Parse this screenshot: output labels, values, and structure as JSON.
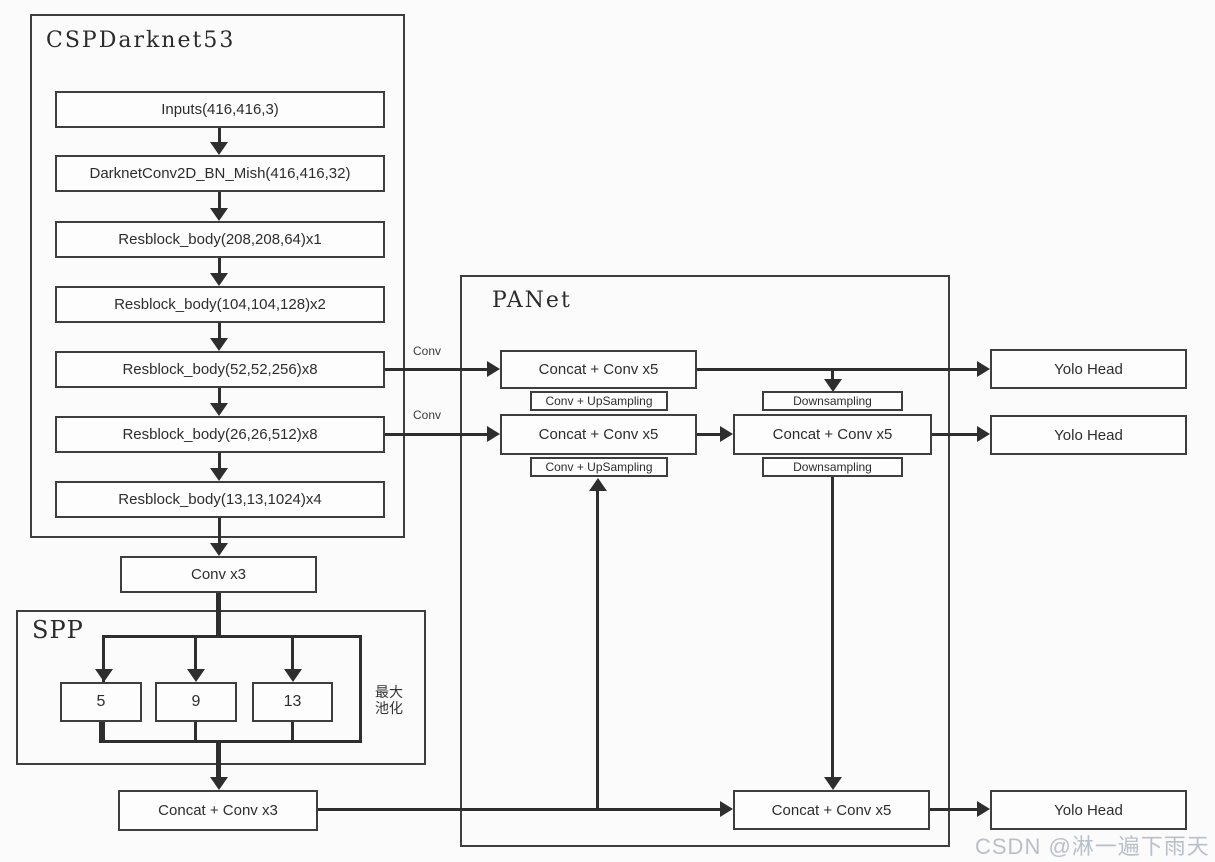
{
  "diagram": {
    "backbone": {
      "title": "CSPDarknet53",
      "layers": [
        "Inputs(416,416,3)",
        "DarknetConv2D_BN_Mish(416,416,32)",
        "Resblock_body(208,208,64)x1",
        "Resblock_body(104,104,128)x2",
        "Resblock_body(52,52,256)x8",
        "Resblock_body(26,26,512)x8",
        "Resblock_body(13,13,1024)x4"
      ]
    },
    "neck": {
      "conv3_label": "Conv x3",
      "concat_conv3_label": "Concat + Conv x3",
      "spp": {
        "title": "SPP",
        "pools": [
          "5",
          "9",
          "13"
        ],
        "max_pooling_note_line1": "最大",
        "max_pooling_note_line2": "池化"
      }
    },
    "panet": {
      "title": "PANet",
      "concat_conv5_label": "Concat + Conv x5",
      "conv_upsampling_label": "Conv + UpSampling",
      "downsampling_label": "Downsampling"
    },
    "edge_labels": {
      "conv": "Conv"
    },
    "heads": {
      "yolo_head_label": "Yolo Head"
    },
    "watermark": "CSDN @淋一遍下雨天",
    "colors": {
      "box_border": "#3e3e3e",
      "line": "#2e2e2e",
      "background": "#fbfbfb",
      "watermark": "#b8c0ca"
    }
  }
}
